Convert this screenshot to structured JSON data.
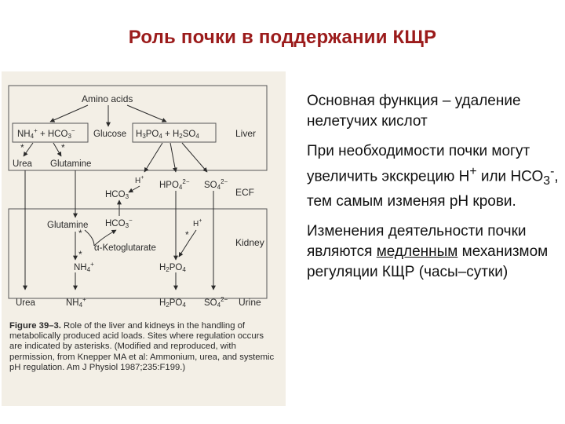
{
  "slide": {
    "title": "Роль почки в поддержании КЩР"
  },
  "figure": {
    "amino_acids": "Amino acids",
    "nh4": "NH",
    "plus_sup": "+",
    "plus_sign": "+",
    "hco3": "HCO",
    "three": "3",
    "minus_sup": "−",
    "glucose": "Glucose",
    "h3po4": "H",
    "h3po4_mid": "PO",
    "four": "4",
    "h2so4": "H",
    "h2so4_mid": "SO",
    "two": "2",
    "liver": "Liver",
    "asterisk": "*",
    "urea": "Urea",
    "glutamine": "Glutamine",
    "h_plus": "H",
    "hpo4": "HPO",
    "two_minus": "2−",
    "so4": "SO",
    "ecf": "ECF",
    "kidney": "Kidney",
    "ketoglutarate": "α-Ketoglutarate",
    "h2po4": "H",
    "h2po4_mid": "PO",
    "urine": "Urine",
    "caption_label": "Figure 39–3.",
    "caption_text": "Role of the liver and kidneys in the handling of metabolically produced acid loads. Sites where regulation occurs are indicated by asterisks. (Modified and reproduced, with permission, from Knepper MA et al: Ammonium, urea, and systemic pH regulation. Am J Physiol 1987;235:F199.)"
  },
  "text": {
    "p1": "Основная функция – удаление нелетучих кислот",
    "p2a": "При необходимости почки могут увеличить экскрецию Н",
    "p2_sup": "+",
    "p2b": " или НСО",
    "p2_sub": "3",
    "p2_sup2": "-",
    "p2c": ", тем самым изменяя рН крови.",
    "p3a": " Изменения деятельности почки являются ",
    "p3_under": "медленным",
    "p3b": " механизмом регуляции КЩР (часы–сутки)"
  }
}
